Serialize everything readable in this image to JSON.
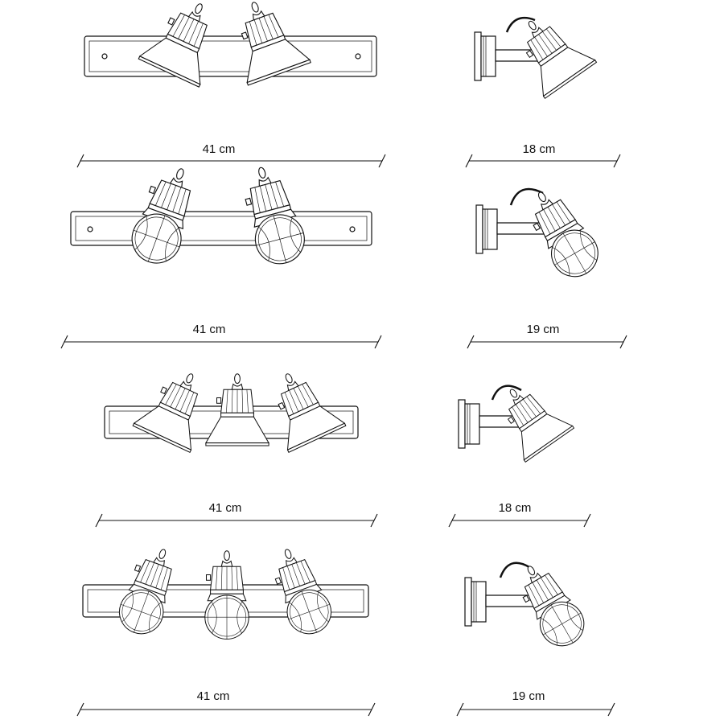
{
  "rows": [
    {
      "front_width": "41 cm",
      "side_depth": "18 cm",
      "shade": "open-cone",
      "lamp_count": 2
    },
    {
      "front_width": "41 cm",
      "side_depth": "19 cm",
      "shade": "cage",
      "lamp_count": 2
    },
    {
      "front_width": "41 cm",
      "side_depth": "18 cm",
      "shade": "open-cone",
      "lamp_count": 3
    },
    {
      "front_width": "41 cm",
      "side_depth": "19 cm",
      "shade": "cage",
      "lamp_count": 3
    }
  ],
  "colors": {
    "line": "#111111",
    "background": "#ffffff"
  }
}
